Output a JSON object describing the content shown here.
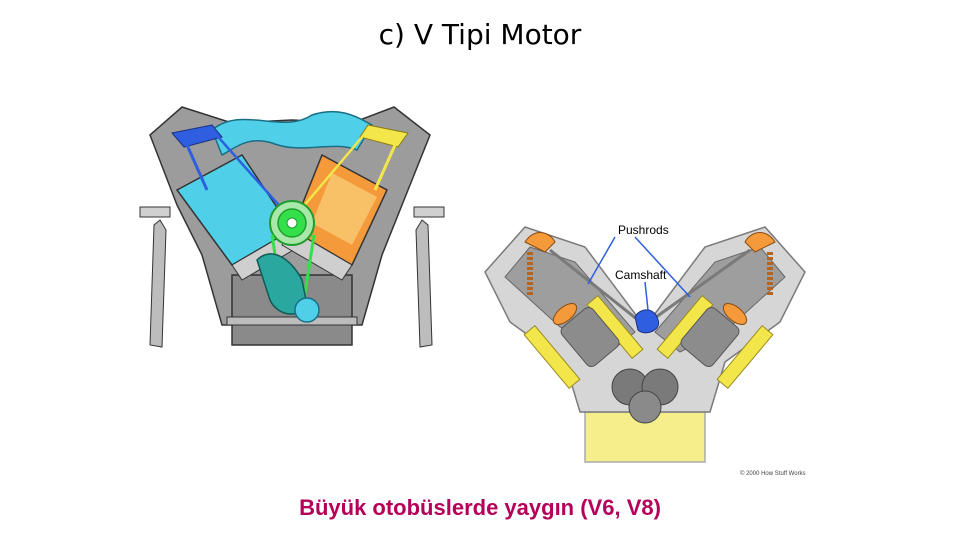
{
  "slide": {
    "title": "c) V Tipi Motor",
    "caption": "Büyük otobüslerde yaygın (V6, V8)",
    "caption_color": "#b5005a"
  },
  "diagram_right": {
    "pushrods_label": "Pushrods",
    "camshaft_label": "Camshaft",
    "copyright": "© 2000 How Stuff Works"
  },
  "colors": {
    "intake_blue": "#4fd0e8",
    "combustion_orange": "#f59a3a",
    "valve_yellow": "#f2e64a",
    "timing_green": "#33e04a",
    "pushrod_blue": "#2f5fe0",
    "engine_gray": "#b8b8b8",
    "oil_yellow": "#f5ee8a"
  }
}
